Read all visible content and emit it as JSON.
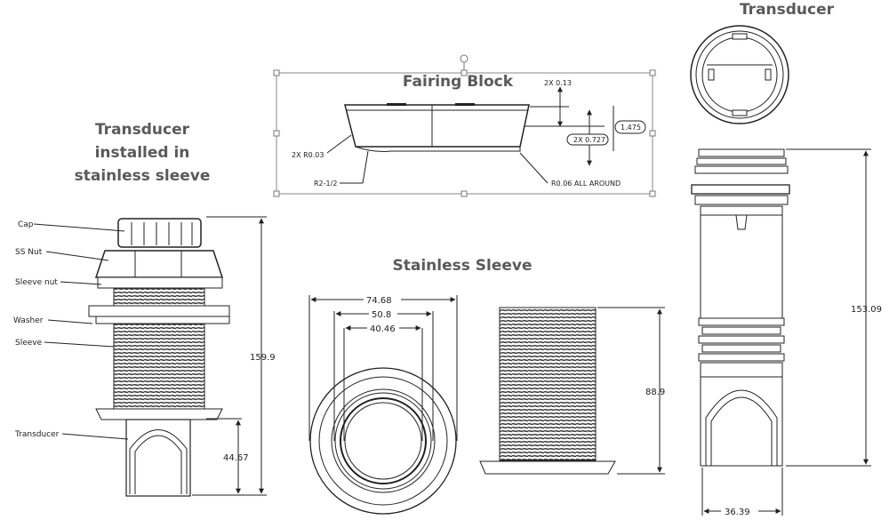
{
  "titles": {
    "transducer_top": "Transducer",
    "fairing_block": "Fairing Block",
    "transducer_installed": [
      "Transducer",
      "installed in",
      "stainless sleeve"
    ],
    "stainless_sleeve": "Stainless Sleeve"
  },
  "fairing_block": {
    "dim_2x_013": "2X 0.13",
    "dim_2x_r003": "2X R0.03",
    "dim_2x_0727": "2X 0.727",
    "dim_1475": "1.475",
    "dim_r2_half": "R2-1/2",
    "dim_r006": "R0.06 ALL AROUND"
  },
  "assembly": {
    "callouts": {
      "cap": "Cap",
      "ss_nut": "SS Nut",
      "sleeve_nut": "Sleeve nut",
      "washer": "Washer",
      "sleeve": "Sleeve",
      "transducer": "Transducer"
    },
    "dim_overall": "159.9",
    "dim_transducer": "44.67"
  },
  "stainless_sleeve": {
    "dim_flange": "74.68",
    "dim_thread": "50.8",
    "dim_bore": "40.46",
    "dim_length": "88.9"
  },
  "transducer_side": {
    "dim_length": "153.09",
    "dim_width": "36.39"
  }
}
